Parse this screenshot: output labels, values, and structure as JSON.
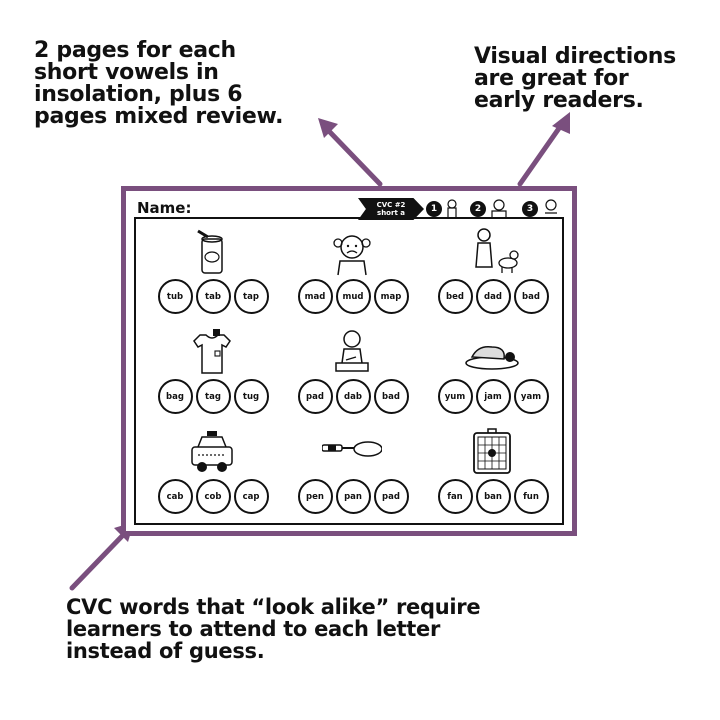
{
  "callouts": {
    "top_left": "2 pages for each\nshort vowels in\ninsolation, plus 6\npages mixed review.",
    "top_right": "Visual directions\nare great for\nearly readers.",
    "bottom": "CVC words that “look alike” require\nlearners to attend to each letter\ninstead of guess."
  },
  "worksheet": {
    "name_label": "Name:",
    "banner": "CVC #2\nshort a",
    "steps": [
      "1",
      "2",
      "3"
    ],
    "accent_color": "#7a4f7e",
    "items": [
      {
        "picture": "soda-can",
        "words": [
          "tub",
          "tab",
          "tap"
        ]
      },
      {
        "picture": "girl-sad",
        "words": [
          "mad",
          "mud",
          "map"
        ]
      },
      {
        "picture": "dad-with-dog",
        "words": [
          "bed",
          "dad",
          "bad"
        ]
      },
      {
        "picture": "shirt-tag",
        "words": [
          "bag",
          "tag",
          "tug"
        ]
      },
      {
        "picture": "boy-writing",
        "words": [
          "pad",
          "dab",
          "bad"
        ]
      },
      {
        "picture": "ham-plate",
        "words": [
          "yum",
          "jam",
          "yam"
        ]
      },
      {
        "picture": "taxi-cab",
        "words": [
          "cab",
          "cob",
          "cap"
        ]
      },
      {
        "picture": "frying-pan",
        "words": [
          "pen",
          "pan",
          "pad"
        ]
      },
      {
        "picture": "box-fan",
        "words": [
          "fan",
          "ban",
          "fun"
        ]
      }
    ]
  }
}
